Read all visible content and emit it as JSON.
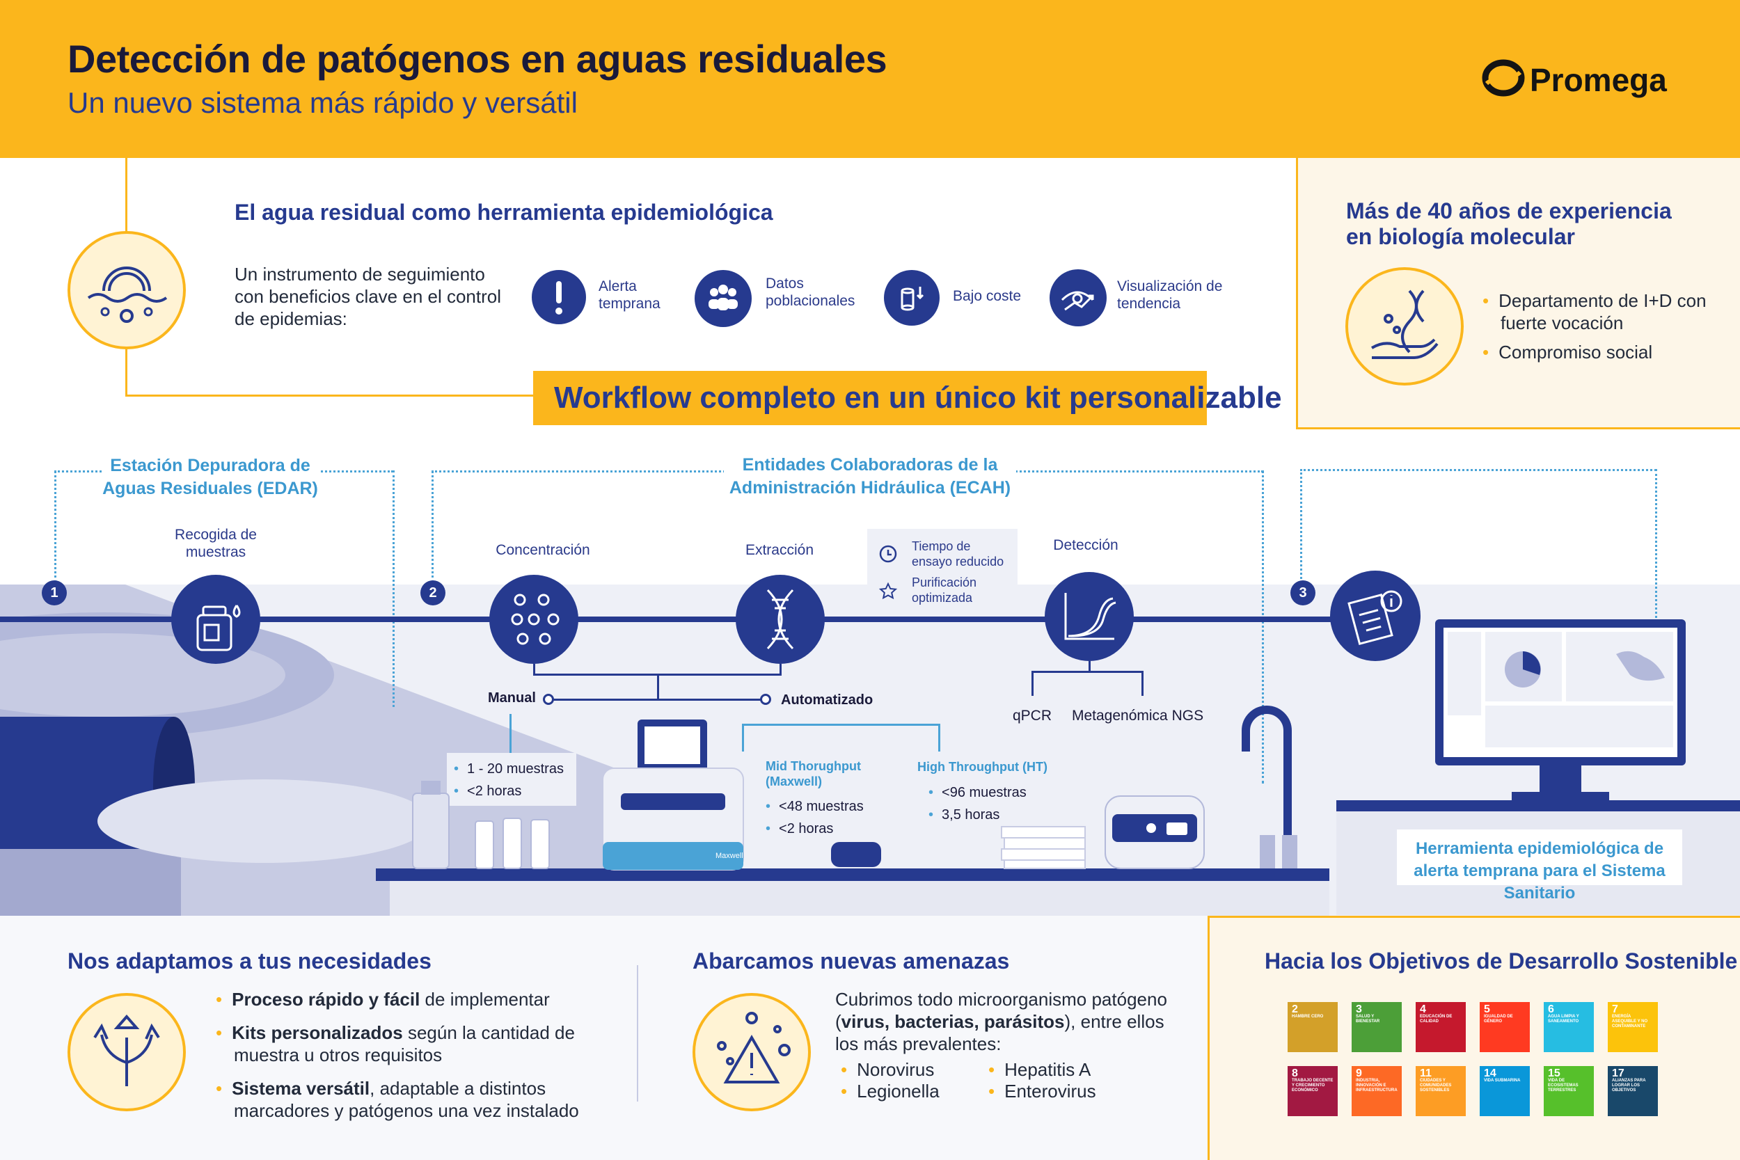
{
  "header": {
    "title": "Detección de patógenos en aguas residuales",
    "subtitle": "Un nuevo sistema más rápido y versátil",
    "logo": "Promega"
  },
  "epidemiology": {
    "heading": "El agua residual como herramienta epidemiológica",
    "intro": "Un instrumento de seguimiento con beneficios clave en el control de epidemias:",
    "benefits": [
      {
        "icon": "exclamation-icon",
        "label": "Alerta temprana"
      },
      {
        "icon": "people-icon",
        "label": "Datos poblacionales"
      },
      {
        "icon": "coins-icon",
        "label": "Bajo coste"
      },
      {
        "icon": "trend-icon",
        "label": "Visualización de tendencia"
      }
    ]
  },
  "experience": {
    "heading": "Más de 40 años de experiencia en biología molecular",
    "items": [
      "Departamento de I+D con fuerte vocación",
      "Compromiso social"
    ]
  },
  "workflow_banner": "Workflow completo en un único kit personalizable",
  "workflow": {
    "edar": "Estación Depuradora de Aguas Residuales (EDAR)",
    "ecah": "Entidades Colaboradoras de la Administración Hidráulica (ECAH)",
    "step_numbers": [
      "1",
      "2",
      "3"
    ],
    "recogida": "Recogida de muestras",
    "concentracion": "Concentración",
    "extraccion": "Extracción",
    "deteccion": "Detección",
    "features": [
      "Tiempo de ensayo reducido",
      "Purificación optimizada"
    ],
    "manual": "Manual",
    "automatizado": "Automatizado",
    "manual_specs": [
      "1 - 20 muestras",
      "<2 horas"
    ],
    "mid_title": "Mid Thorughput (Maxwell)",
    "mid_specs": [
      "<48 muestras",
      "<2 horas"
    ],
    "high_title": "High Throughput (HT)",
    "high_specs": [
      "<96 muestras",
      "3,5 horas"
    ],
    "qpcr": "qPCR",
    "ngs": "Metagenómica NGS",
    "maxwell_label": "Maxwell",
    "health_tool": "Herramienta epidemiológica de alerta temprana para el Sistema Sanitario"
  },
  "adapt": {
    "heading": "Nos adaptamos a tus necesidades",
    "items": [
      {
        "bold": "Proceso rápido y fácil",
        "rest": " de implementar"
      },
      {
        "bold": "Kits personalizados",
        "rest": " según la cantidad de muestra u otros requisitos"
      },
      {
        "bold": "Sistema versátil",
        "rest": ", adaptable a distintos marcadores y patógenos una vez instalado"
      }
    ]
  },
  "threats": {
    "heading": "Abarcamos nuevas amenazas",
    "intro_a": "Cubrimos todo microorganismo patógeno (",
    "intro_bold": "virus, bacterias, parásitos",
    "intro_b": "), entre ellos los más prevalentes:",
    "pathogens": [
      "Norovirus",
      "Legionella",
      "Hepatitis A",
      "Enterovirus"
    ]
  },
  "sdg": {
    "heading": "Hacia los Objetivos de Desarrollo Sostenible",
    "goals": [
      {
        "num": "2",
        "label": "HAMBRE CERO",
        "color": "#d3a029"
      },
      {
        "num": "3",
        "label": "SALUD Y BIENESTAR",
        "color": "#4c9f38"
      },
      {
        "num": "4",
        "label": "EDUCACIÓN DE CALIDAD",
        "color": "#c5192d"
      },
      {
        "num": "5",
        "label": "IGUALDAD DE GÉNERO",
        "color": "#ff3a21"
      },
      {
        "num": "6",
        "label": "AGUA LIMPIA Y SANEAMIENTO",
        "color": "#26bde2"
      },
      {
        "num": "7",
        "label": "ENERGÍA ASEQUIBLE Y NO CONTAMINANTE",
        "color": "#fcc30b"
      },
      {
        "num": "8",
        "label": "TRABAJO DECENTE Y CRECIMIENTO ECONÓMICO",
        "color": "#a21942"
      },
      {
        "num": "9",
        "label": "INDUSTRIA, INNOVACIÓN E INFRAESTRUCTURA",
        "color": "#fd6925"
      },
      {
        "num": "11",
        "label": "CIUDADES Y COMUNIDADES SOSTENIBLES",
        "color": "#fd9d24"
      },
      {
        "num": "14",
        "label": "VIDA SUBMARINA",
        "color": "#0a97d9"
      },
      {
        "num": "15",
        "label": "VIDA DE ECOSISTEMAS TERRESTRES",
        "color": "#56c02b"
      },
      {
        "num": "17",
        "label": "ALIANZAS PARA LOGRAR LOS OBJETIVOS",
        "color": "#19486a"
      }
    ]
  },
  "colors": {
    "brand_yellow": "#fbb61c",
    "navy": "#263a8f",
    "accent_blue": "#4aa3d6"
  }
}
